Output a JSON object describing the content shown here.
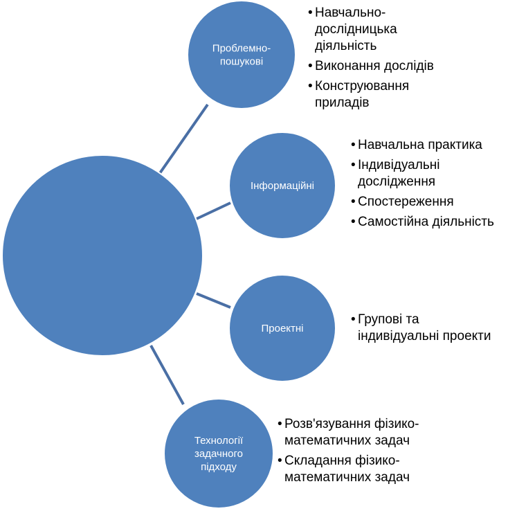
{
  "colors": {
    "node_fill": "#4f81bd",
    "node_stroke": "#ffffff",
    "connector": "#4a6fa5",
    "text": "#000000"
  },
  "center": {
    "label": ""
  },
  "nodes": [
    {
      "id": "problem",
      "label_lines": [
        "Проблемно-",
        "пошукові"
      ],
      "items": [
        [
          "Навчально-",
          "дослідницька",
          "діяльність"
        ],
        [
          "Виконання дослідів"
        ],
        [
          "Конструювання",
          "приладів"
        ]
      ]
    },
    {
      "id": "info",
      "label_lines": [
        "Інформаційні"
      ],
      "items": [
        [
          "Навчальна практика"
        ],
        [
          "Індивідуальні",
          "дослідження"
        ],
        [
          "Спостереження"
        ],
        [
          "Самостійна діяльність"
        ]
      ]
    },
    {
      "id": "project",
      "label_lines": [
        "Проектні"
      ],
      "items": [
        [
          "Групові та",
          "індивідуальні проекти"
        ]
      ]
    },
    {
      "id": "task",
      "label_lines": [
        "Технології",
        "задачного",
        "підходу"
      ],
      "items": [
        [
          "Розв'язування фізико-",
          "математичних задач"
        ],
        [
          "Складання фізико-",
          "математичних задач"
        ]
      ]
    }
  ]
}
